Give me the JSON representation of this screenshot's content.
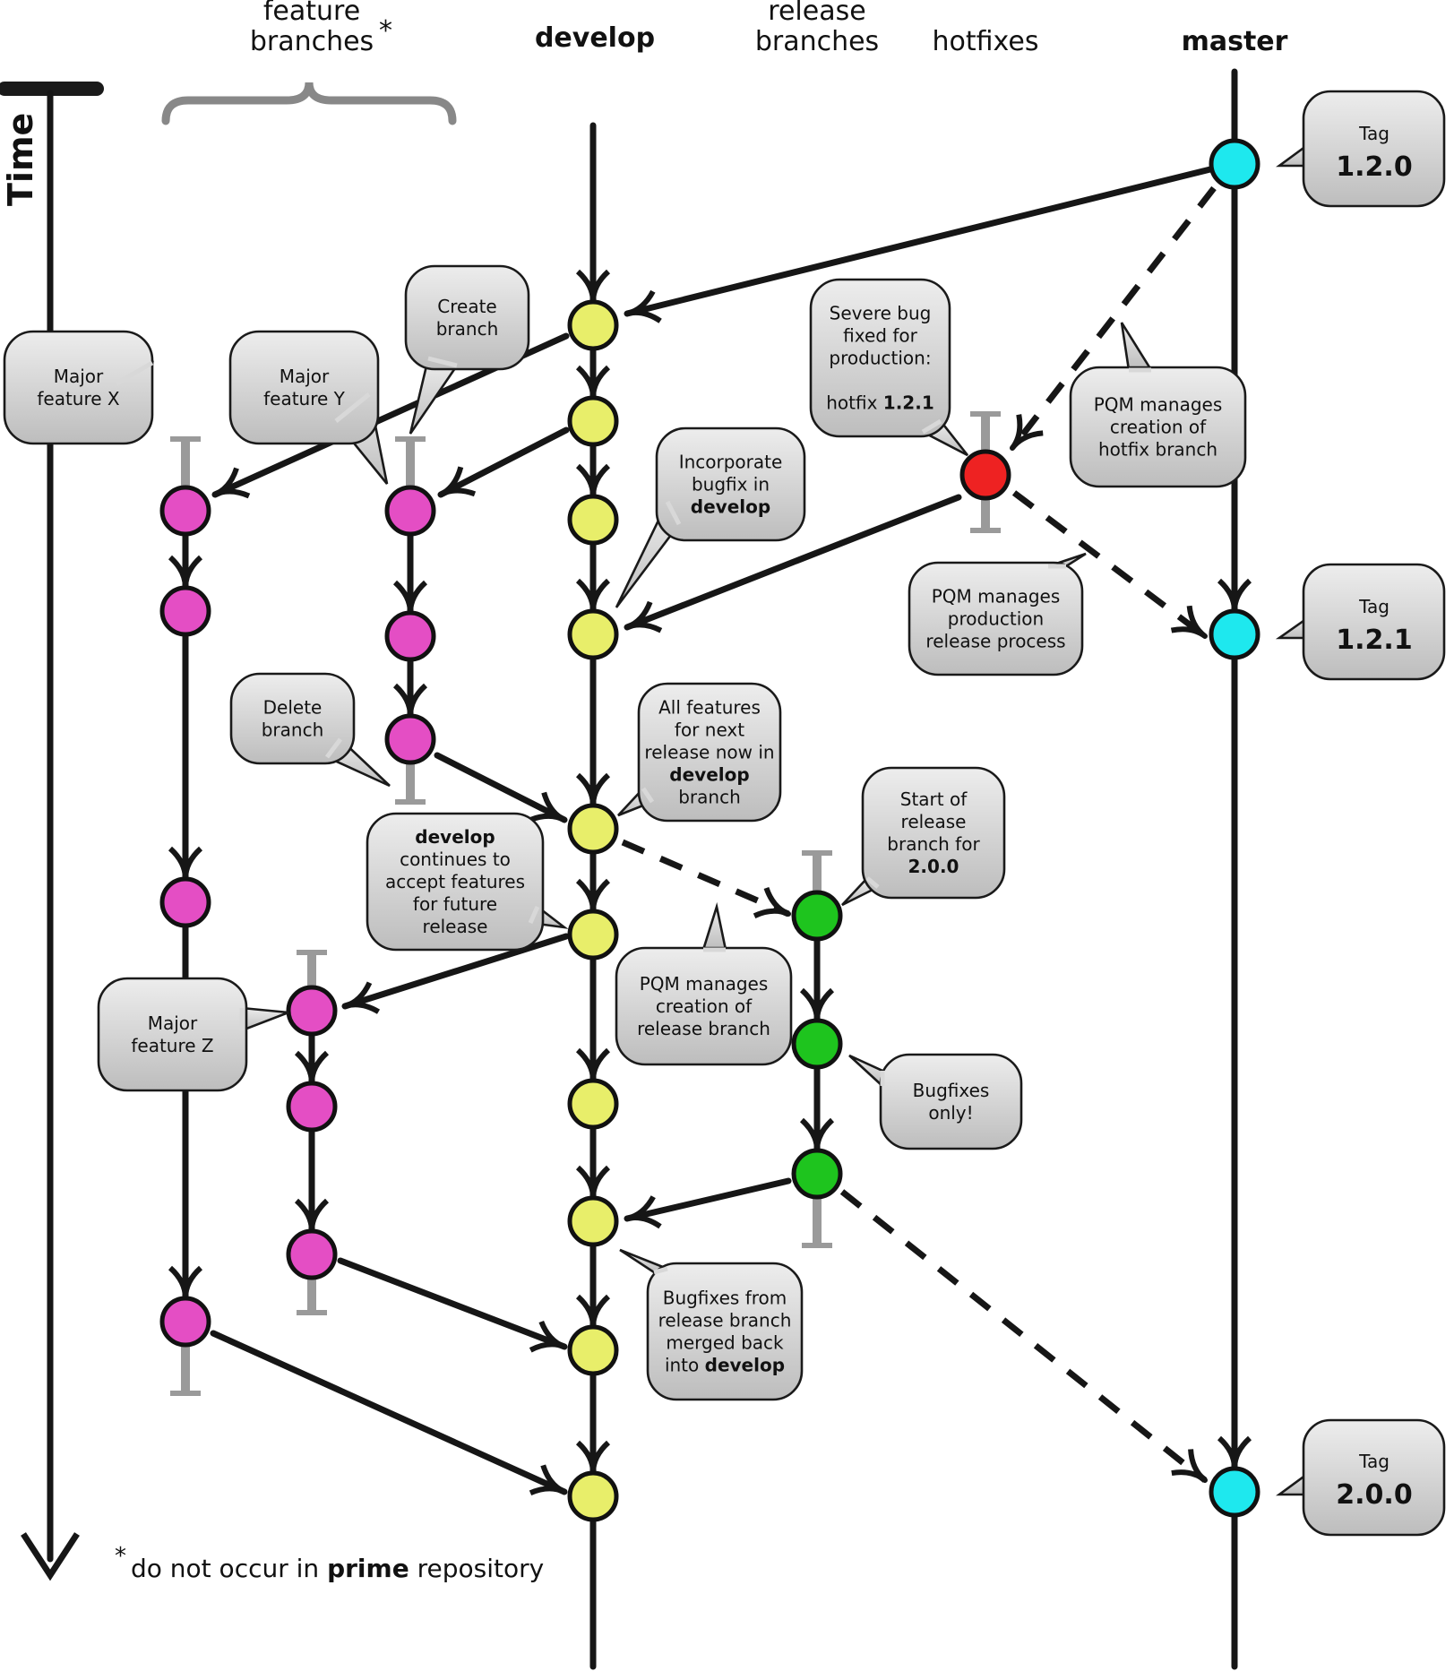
{
  "headers": {
    "feature": [
      "feature",
      "branches"
    ],
    "feature_star": "*",
    "develop": "develop",
    "release": [
      "release",
      "branches"
    ],
    "hotfixes": "hotfixes",
    "master": "master",
    "time": "Time"
  },
  "colors": {
    "develop": "#e8ee6a",
    "feature": "#e44ec4",
    "release": "#1ec41e",
    "hotfix": "#ee2222",
    "master": "#1ee8ee",
    "bubble_light": "#ededed",
    "bubble_dark": "#bdbdbd"
  },
  "tags": [
    {
      "label": "Tag",
      "version": "1.2.0"
    },
    {
      "label": "Tag",
      "version": "1.2.1"
    },
    {
      "label": "Tag",
      "version": "2.0.0"
    }
  ],
  "bubbles": [
    {
      "id": "major-feature-x",
      "lines": [
        [
          {
            "t": "Major"
          }
        ],
        [
          {
            "t": "feature X"
          }
        ]
      ]
    },
    {
      "id": "major-feature-y",
      "lines": [
        [
          {
            "t": "Major"
          }
        ],
        [
          {
            "t": "feature Y"
          }
        ]
      ]
    },
    {
      "id": "create-branch",
      "lines": [
        [
          {
            "t": "Create"
          }
        ],
        [
          {
            "t": "branch"
          }
        ]
      ]
    },
    {
      "id": "severe-bug",
      "lines": [
        [
          {
            "t": "Severe bug"
          }
        ],
        [
          {
            "t": "fixed for"
          }
        ],
        [
          {
            "t": "production:"
          }
        ],
        [
          {
            "t": ""
          }
        ],
        [
          {
            "t": "hotfix "
          },
          {
            "t": "1.2.1",
            "b": true
          }
        ]
      ]
    },
    {
      "id": "pqm-hotfix",
      "lines": [
        [
          {
            "t": "PQM manages"
          }
        ],
        [
          {
            "t": "creation of"
          }
        ],
        [
          {
            "t": "hotfix branch"
          }
        ]
      ]
    },
    {
      "id": "incorporate-bugfix",
      "lines": [
        [
          {
            "t": "Incorporate"
          }
        ],
        [
          {
            "t": "bugfix in"
          }
        ],
        [
          {
            "t": "develop",
            "b": true
          }
        ]
      ]
    },
    {
      "id": "pqm-production",
      "lines": [
        [
          {
            "t": "PQM manages"
          }
        ],
        [
          {
            "t": "production"
          }
        ],
        [
          {
            "t": "release process"
          }
        ]
      ]
    },
    {
      "id": "delete-branch",
      "lines": [
        [
          {
            "t": "Delete"
          }
        ],
        [
          {
            "t": "branch"
          }
        ]
      ]
    },
    {
      "id": "all-features",
      "lines": [
        [
          {
            "t": "All features"
          }
        ],
        [
          {
            "t": "for next"
          }
        ],
        [
          {
            "t": "release now in"
          }
        ],
        [
          {
            "t": "develop",
            "b": true
          }
        ],
        [
          {
            "t": "branch"
          }
        ]
      ]
    },
    {
      "id": "develop-continues",
      "lines": [
        [
          {
            "t": "develop",
            "b": true
          }
        ],
        [
          {
            "t": "continues to"
          }
        ],
        [
          {
            "t": "accept features"
          }
        ],
        [
          {
            "t": "for future"
          }
        ],
        [
          {
            "t": "release"
          }
        ]
      ]
    },
    {
      "id": "start-release",
      "lines": [
        [
          {
            "t": "Start of"
          }
        ],
        [
          {
            "t": "release"
          }
        ],
        [
          {
            "t": "branch for"
          }
        ],
        [
          {
            "t": "2.0.0",
            "b": true
          }
        ]
      ]
    },
    {
      "id": "pqm-release",
      "lines": [
        [
          {
            "t": "PQM manages"
          }
        ],
        [
          {
            "t": "creation of"
          }
        ],
        [
          {
            "t": "release branch"
          }
        ]
      ]
    },
    {
      "id": "major-feature-z",
      "lines": [
        [
          {
            "t": "Major"
          }
        ],
        [
          {
            "t": "feature Z"
          }
        ]
      ]
    },
    {
      "id": "bugfixes-only",
      "lines": [
        [
          {
            "t": "Bugfixes"
          }
        ],
        [
          {
            "t": "only!"
          }
        ]
      ]
    },
    {
      "id": "bugfixes-merged",
      "lines": [
        [
          {
            "t": "Bugfixes from"
          }
        ],
        [
          {
            "t": "release branch"
          }
        ],
        [
          {
            "t": "merged back"
          }
        ],
        [
          {
            "t": "into "
          },
          {
            "t": "develop",
            "b": true
          }
        ]
      ]
    }
  ],
  "footnote": {
    "star": "*",
    "pre": "do not occur in ",
    "bold": "prime",
    "post": " repository"
  }
}
